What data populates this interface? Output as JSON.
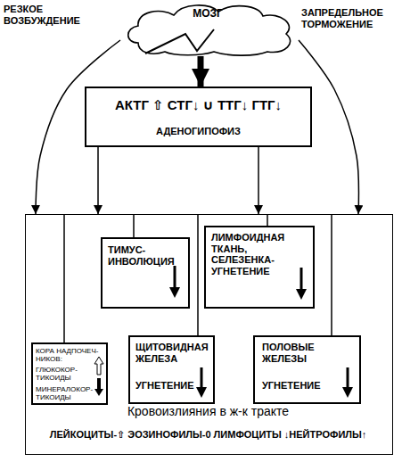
{
  "diagram": {
    "nodes": [
      {
        "text": [
          "МОЗГ"
        ]
      },
      {
        "text": [
          "АКТГ ⇧ СТГ↓ ∪ ТТГ↓ ГТГ↓",
          "АДЕНОГИПОФИЗ"
        ]
      },
      {
        "text": [
          "Кровоизлияния в ж-к тракте",
          "ЛЕЙКОЦИТЫ-⇧ ЭОЗИНОФИЛЫ-0 ЛИМФОЦИТЫ ↓НЕЙТРОФИЛЫ↑"
        ]
      },
      {
        "text": [
          "ТИМУС- ИНВОЛЮЦИЯ"
        ],
        "in": 2
      },
      {
        "text": [
          "ЛИМФОИДНАЯ ТКАНЬ, СЕЛЕЗЕНКА- УГНЕТЕНИЕ"
        ],
        "in": 2
      },
      {
        "text": [
          "КОРА НАДПОЧЕЧ- НИКОВ:",
          "ГЛЮКОКОР- ТИКОИДЫ",
          "МИНЕРАЛОКОР- ТИКОИДЫ"
        ],
        "in": 2
      },
      {
        "text": [
          "ЩИТОВИДНАЯ ЖЕЛЕЗА",
          "УГНЕТЕНИЕ"
        ],
        "in": 2
      },
      {
        "text": [
          "ПОЛОВЫЕ ЖЕЛЕЗЫ",
          "УГНЕТЕНИЕ"
        ],
        "in": 2
      }
    ],
    "edges": [
      {
        "from": 0,
        "to": 1,
        "arrow": "to"
      },
      {
        "from": 0,
        "to": 2,
        "arrow": "to"
      },
      {
        "from": 0,
        "to": 2,
        "arrow": "to"
      },
      {
        "from": 1,
        "to": 2,
        "arrow": "to"
      },
      {
        "from": 1,
        "to": 2,
        "arrow": "to"
      },
      {
        "from": 2,
        "to": 5,
        "arrow": "none"
      },
      {
        "from": 2,
        "to": 3,
        "arrow": "none"
      },
      {
        "from": 2,
        "to": 6,
        "arrow": "none"
      },
      {
        "from": 2,
        "to": 4,
        "arrow": "none"
      },
      {
        "from": 2,
        "to": 7,
        "arrow": "none"
      }
    ],
    "labels": [
      "РЕЗКОЕ ВОЗБУЖДЕНИЕ",
      "ЗАПРЕДЕЛЬНОЕ ТОРМОЖЕНИЕ"
    ]
  }
}
